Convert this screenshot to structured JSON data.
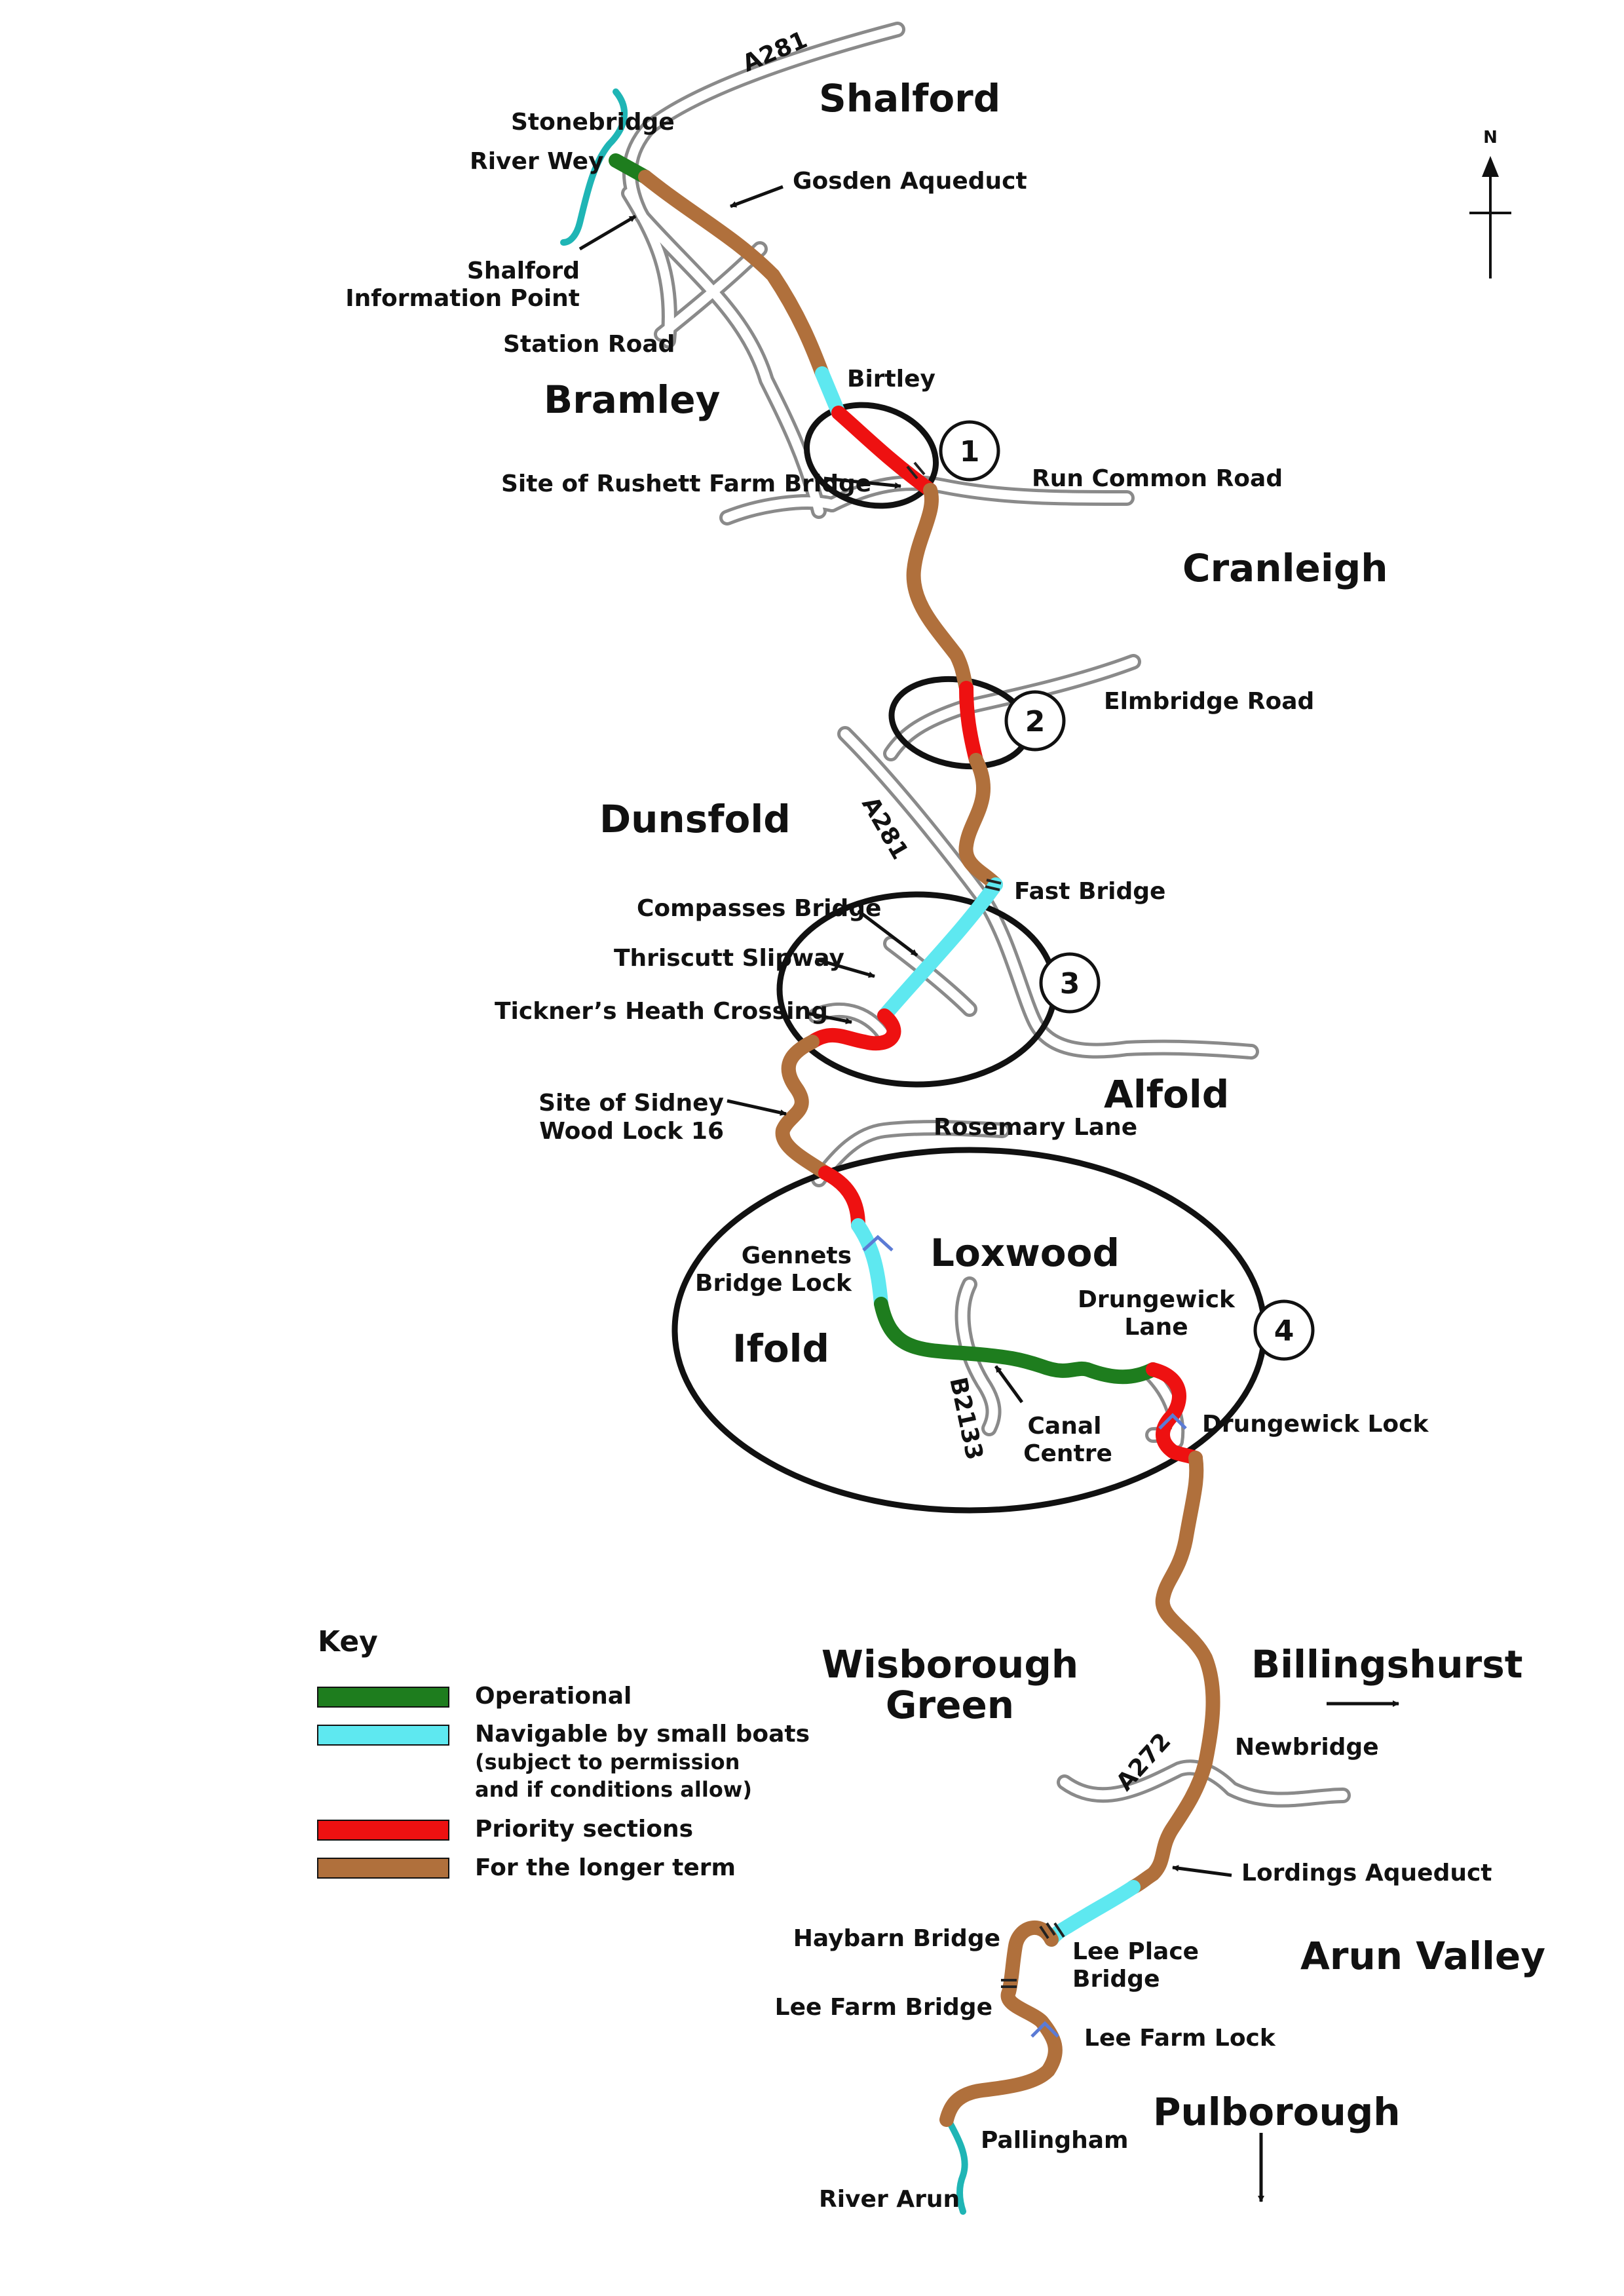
{
  "title": "",
  "compass": {
    "label": "N"
  },
  "places": {
    "shalford": "Shalford",
    "bramley": "Bramley",
    "cranleigh": "Cranleigh",
    "dunsfold": "Dunsfold",
    "alfold": "Alfold",
    "loxwood": "Loxwood",
    "ifold": "Ifold",
    "wisborough_1": "Wisborough",
    "wisborough_2": "Green",
    "billingshurst": "Billingshurst",
    "arun_valley": "Arun Valley",
    "pulborough": "Pulborough"
  },
  "labels": {
    "stonebridge": "Stonebridge",
    "river_wey": "River Wey",
    "gosden_aqueduct": "Gosden Aqueduct",
    "shalford_info_1": "Shalford",
    "shalford_info_2": "Information Point",
    "station_road": "Station Road",
    "birtley": "Birtley",
    "rushett": "Site of Rushett Farm Bridge",
    "run_common_road": "Run Common Road",
    "elmbridge_road": "Elmbridge Road",
    "fast_bridge": "Fast Bridge",
    "compasses_bridge": "Compasses Bridge",
    "thriscutt_slipway": "Thriscutt Slipway",
    "tickners_heath": "Tickner’s Heath Crossing",
    "sidney_1": "Site of Sidney",
    "sidney_2": "Wood Lock 16",
    "rosemary_lane": "Rosemary Lane",
    "gennets_1": "Gennets",
    "gennets_2": "Bridge Lock",
    "drungewick_lane_1": "Drungewick",
    "drungewick_lane_2": "Lane",
    "canal_centre_1": "Canal",
    "canal_centre_2": "Centre",
    "drungewick_lock": "Drungewick Lock",
    "newbridge": "Newbridge",
    "lordings_aqueduct": "Lordings Aqueduct",
    "haybarn_bridge": "Haybarn Bridge",
    "lee_place_1": "Lee Place",
    "lee_place_2": "Bridge",
    "lee_farm_bridge": "Lee Farm Bridge",
    "lee_farm_lock": "Lee Farm Lock",
    "pallingham": "Pallingham",
    "river_arun": "River Arun"
  },
  "roads": {
    "a281_north": "A281",
    "a281_mid": "A281",
    "b2133": "B2133",
    "a272": "A272"
  },
  "priority_areas": [
    "1",
    "2",
    "3",
    "4"
  ],
  "key": {
    "heading": "Key",
    "items": [
      {
        "label": "Operational",
        "color": "#1e7d1e"
      },
      {
        "label": "Navigable by small boats",
        "note_1": "(subject to permission",
        "note_2": "and if conditions allow)",
        "color": "#5ee8f0"
      },
      {
        "label": "Priority sections",
        "color": "#ee1111"
      },
      {
        "label": "For the longer term",
        "color": "#b0703c"
      }
    ]
  },
  "colors": {
    "operational": "#1e7d1e",
    "navigable": "#5ee8f0",
    "priority": "#ee1111",
    "longer_term": "#b0703c",
    "river": "#1fb5b5",
    "road_fill": "#ffffff",
    "road_edge": "#8a8a8a",
    "lock": "#5b7bd5"
  }
}
